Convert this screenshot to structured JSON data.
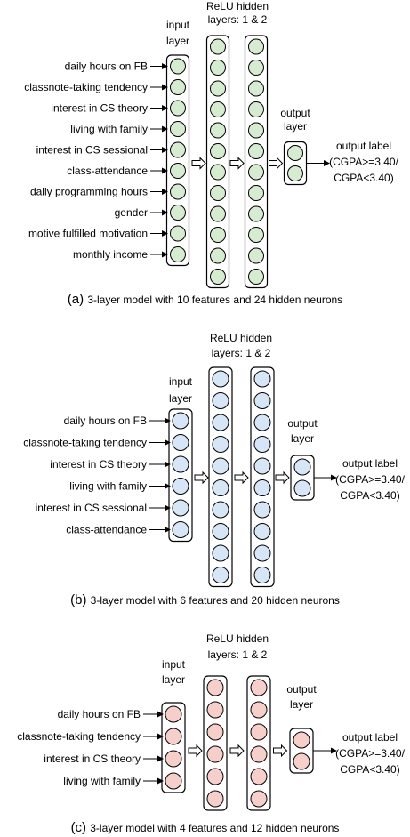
{
  "panels": [
    {
      "id": "a",
      "input_layer_title": [
        "input",
        "layer"
      ],
      "hidden_layer_title": [
        "ReLU hidden",
        "layers: 1 & 2"
      ],
      "output_layer_title": [
        "output",
        "layer"
      ],
      "output_label": [
        "output label",
        "(CGPA>=3.40/",
        "CGPA<3.40)"
      ],
      "features": [
        "daily hours on FB",
        "classnote-taking tendency",
        "interest in CS theory",
        "living with family",
        "interest in CS sessional",
        "class-attendance",
        "daily programming hours",
        "gender",
        "motive fulfilled motivation",
        "monthly income"
      ],
      "input_neurons": 10,
      "hidden_neurons_per_layer": 12,
      "output_neurons": 2,
      "neuron_color": "#d5ecd0",
      "caption_prefix": "(a)",
      "caption": "3-layer model with 10 features and 24 hidden neurons"
    },
    {
      "id": "b",
      "input_layer_title": [
        "input",
        "layer"
      ],
      "hidden_layer_title": [
        "ReLU hidden",
        "layers: 1 & 2"
      ],
      "output_layer_title": [
        "output",
        "layer"
      ],
      "output_label": [
        "output label",
        "(CGPA>=3.40/",
        "CGPA<3.40)"
      ],
      "features": [
        "daily hours on FB",
        "classnote-taking tendency",
        "interest in CS theory",
        "living with family",
        "interest in CS sessional",
        "class-attendance"
      ],
      "input_neurons": 6,
      "hidden_neurons_per_layer": 10,
      "output_neurons": 2,
      "neuron_color": "#d6e6f6",
      "caption_prefix": "(b)",
      "caption": "3-layer model with 6 features and 20 hidden neurons"
    },
    {
      "id": "c",
      "input_layer_title": [
        "input",
        "layer"
      ],
      "hidden_layer_title": [
        "ReLU hidden",
        "layers: 1 & 2"
      ],
      "output_layer_title": [
        "output",
        "layer"
      ],
      "output_label": [
        "output label",
        "(CGPA>=3.40/",
        "CGPA<3.40)"
      ],
      "features": [
        "daily hours on FB",
        "classnote-taking tendency",
        "interest in CS theory",
        "living with family"
      ],
      "input_neurons": 4,
      "hidden_neurons_per_layer": 6,
      "output_neurons": 2,
      "neuron_color": "#f6cfca",
      "caption_prefix": "(c)",
      "caption": "3-layer model with 4 features and 12 hidden neurons"
    }
  ]
}
